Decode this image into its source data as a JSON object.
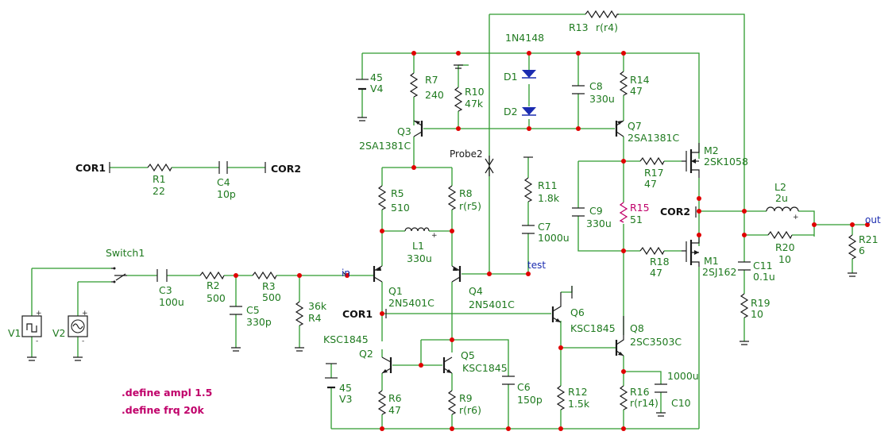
{
  "colors": {
    "wire": "#2e9b2e",
    "node": "#e00000",
    "component": "#1a1a1a",
    "diode": "#1a2bb0",
    "label": "#1f7a1f",
    "directive": "#c0006a"
  },
  "labels": {
    "r13": "R13",
    "r13v": "r(r4)",
    "d_part": "1N4148",
    "v4v": "45",
    "v4": "V4",
    "r7": "R7",
    "r7v": "240",
    "r10": "R10",
    "r10v": "47k",
    "d1": "D1",
    "d2": "D2",
    "c8": "C8",
    "c8v": "330u",
    "r14": "R14",
    "r14v": "47",
    "q3": "Q3",
    "q3p": "2SA1381C",
    "q7": "Q7",
    "q7p": "2SA1381C",
    "probe2": "Probe2",
    "m2": "M2",
    "m2p": "2SK1058",
    "r17": "R17",
    "r17v": "47",
    "r5": "R5",
    "r5v": "510",
    "r8": "R8",
    "r8v": "r(r5)",
    "r11": "R11",
    "r11v": "1.8k",
    "c7": "C7",
    "c7v": "1000u",
    "l1": "L1",
    "l1v": "330u",
    "c9": "C9",
    "c9v": "330u",
    "r15": "R15",
    "r15v": "51",
    "cor2_a": "COR2",
    "l2": "L2",
    "l2v": "2u",
    "r20": "R20",
    "r20v": "10",
    "out": "out",
    "r21": "R21",
    "r21v": "6",
    "r18": "R18",
    "r18v": "47",
    "m1": "M1",
    "m1p": "2SJ162",
    "c11": "C11",
    "c11v": "0.1u",
    "r19": "R19",
    "r19v": "10",
    "cor1_a": "COR1",
    "r1": "R1",
    "r1v": "22",
    "c4": "C4",
    "c4v": "10p",
    "cor2_b": "COR2",
    "switch1": "Switch1",
    "c3": "C3",
    "c3v": "100u",
    "r2": "R2",
    "r2v": "500",
    "r3": "R3",
    "r3v": "500",
    "c5": "C5",
    "c5v": "330p",
    "r4v": "36k",
    "r4": "R4",
    "in": "in",
    "test": "test",
    "q1": "Q1",
    "q1p": "2N5401C",
    "q4": "Q4",
    "q4p": "2N5401C",
    "cor1_b": "COR1",
    "q6": "Q6",
    "q6p": "KSC1845",
    "q8": "Q8",
    "q8p": "2SC3503C",
    "q2p": "KSC1845",
    "q2": "Q2",
    "q5": "Q5",
    "q5p": "KSC1845",
    "c6": "C6",
    "c6v": "150p",
    "c10v": "1000u",
    "r12": "R12",
    "r12v": "1.5k",
    "r16": "R16",
    "r16v": "r(r14)",
    "c10": "C10",
    "v3v": "45",
    "v3": "V3",
    "r6": "R6",
    "r6v": "47",
    "r9": "R9",
    "r9v": "r(r6)",
    "v1": "V1",
    "v2": "V2",
    "define1": ".define ampl 1.5",
    "define2": ".define frq 20k"
  }
}
